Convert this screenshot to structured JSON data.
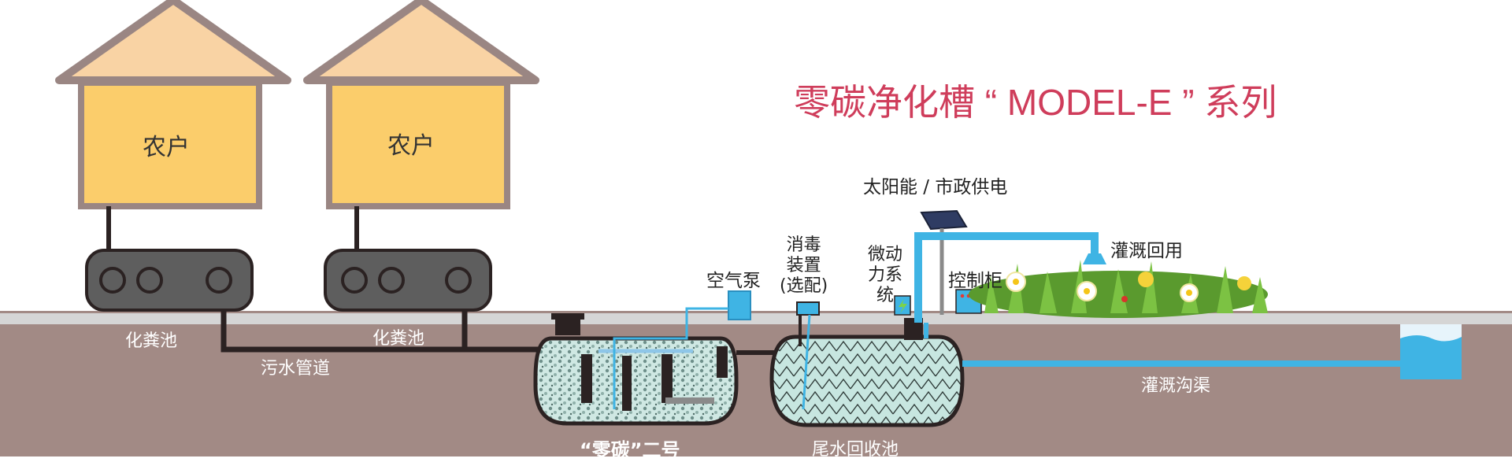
{
  "title": "零碳净化槽 “ MODEL-E ” 系列",
  "houses": [
    {
      "label": "农户"
    },
    {
      "label": "农户"
    }
  ],
  "septic_tanks": [
    {
      "label": "化粪池"
    },
    {
      "label": "化粪池"
    }
  ],
  "pipe_label": "污水管道",
  "air_pump_label": "空气泵",
  "disinfection_label": "消毒\n装置\n(选配)",
  "micro_power_label": "微动\n力系\n统",
  "power_supply_label": "太阳能 / 市政供电",
  "control_cabinet_label": "控制柜",
  "irrigation_reuse_label": "灌溉回用",
  "treatment_tank_label": "“零碳”二号",
  "tail_water_pool_label": "尾水回收池",
  "irrigation_channel_label": "灌溉沟渠",
  "colors": {
    "title": "#cf3d5b",
    "house_body": "#fbcd6b",
    "roof": "#f9d3a4",
    "wall_outline": "#9a8683",
    "soil": "#a28a85",
    "ground_line": "#d5d5d5",
    "water_pipe": "#3fb4e4",
    "sewage_pipe": "#2b2222",
    "tank_grey": "#5e5e5e"
  }
}
